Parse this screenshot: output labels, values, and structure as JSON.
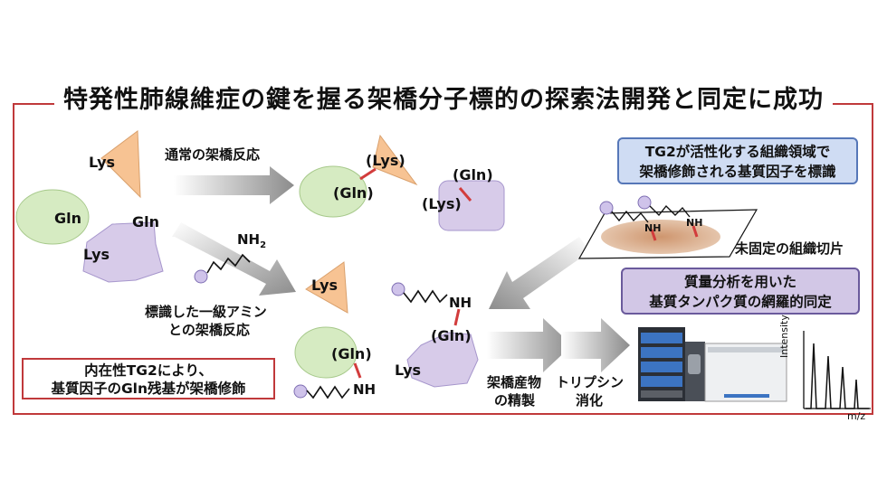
{
  "title": "特発性肺線維症の鍵を握る架橋分子標的の探索法開発と同定に成功",
  "colors": {
    "frame": "#c0393b",
    "gln_ellipse": "#d6ebc2",
    "lys_triangle": "#f7c393",
    "protein_blob": "#d7cbe9",
    "crosslink": "#d23c3c",
    "probe_circle": "#cfc3ea",
    "arrow_gray": "#9a9a9a"
  },
  "labels": {
    "gln": "Gln",
    "lys": "Lys",
    "gln_paren": "(Gln)",
    "lys_paren": "(Lys)",
    "nh2_main": "NH",
    "nh2_sub": "2",
    "nh": "NH"
  },
  "arrows": {
    "normal_reaction": "通常の架橋反応",
    "labeled_reaction_line1": "標識した一級アミン",
    "labeled_reaction_line2": "との架橋反応",
    "purify_line1": "架橋産物",
    "purify_line2": "の精製",
    "trypsin_line1": "トリプシン",
    "trypsin_line2": "消化"
  },
  "boxes": {
    "endogenous_line1": "内在性TG2により、",
    "endogenous_line2": "基質因子のGln残基が架橋修飾",
    "tg2_line1": "TG2が活性化する組織領域で",
    "tg2_line2": "架橋修飾される基質因子を標識",
    "ms_line1": "質量分析を用いた",
    "ms_line2": "基質タンパク質の網羅的同定"
  },
  "tissue": {
    "label": "未固定の組織切片"
  },
  "spectrum": {
    "ylabel": "Intensity",
    "xlabel": "m/z"
  }
}
